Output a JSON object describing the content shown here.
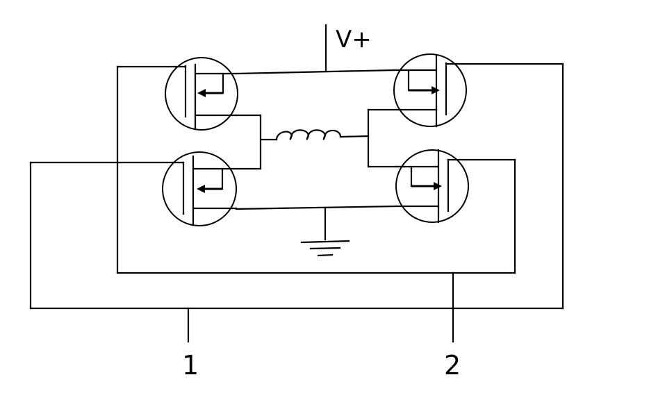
{
  "labels": {
    "supply": "V+",
    "input_1": "1",
    "input_2": "2"
  },
  "icons": {
    "transistors": [
      "mosfet-icon",
      "mosfet-icon",
      "mosfet-icon",
      "mosfet-icon"
    ],
    "load": "inductor-coil-icon",
    "reference": "ground-icon"
  },
  "colors": {
    "line": "#000000",
    "background": "#ffffff"
  }
}
